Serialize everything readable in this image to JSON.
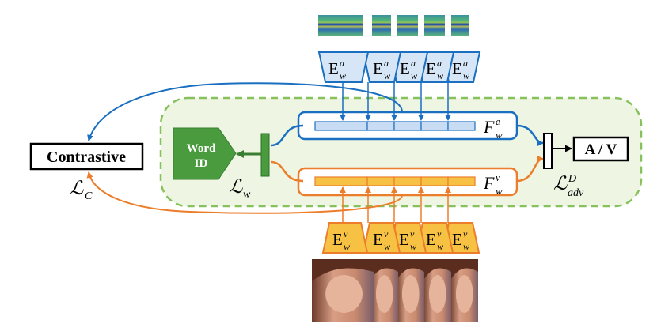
{
  "colors": {
    "audio_blue": "#1b6fc1",
    "audio_fill": "#d6e6f6",
    "video_orange": "#ec7d2a",
    "video_fill": "#f7c244",
    "green": "#4a9b3e",
    "green_dark": "#3a7f31",
    "green_bg": "#eef6e3",
    "green_dash": "#86c15b",
    "black": "#000000"
  },
  "labels": {
    "contrastive": "Contrastive",
    "av": "A / V",
    "word_id_line1": "Word",
    "word_id_line2": "ID",
    "loss_c_main": "ℒ",
    "loss_c_sub": "C",
    "loss_w_main": "ℒ",
    "loss_w_sub": "w",
    "loss_adv_main": "ℒ",
    "loss_adv_sup": "D",
    "loss_adv_sub": "adv",
    "fa_main": "F",
    "fa_sup": "a",
    "fa_sub": "w",
    "fv_main": "F",
    "fv_sup": "v",
    "fv_sub": "w",
    "ea_main": "E",
    "ea_sup": "a",
    "ea_sub": "w",
    "ev_main": "E",
    "ev_sup": "v",
    "ev_sub": "w"
  },
  "audio_encoder_count": 5,
  "video_encoder_count": 5,
  "spectrogram_count": 5,
  "face_frame_count": 5
}
